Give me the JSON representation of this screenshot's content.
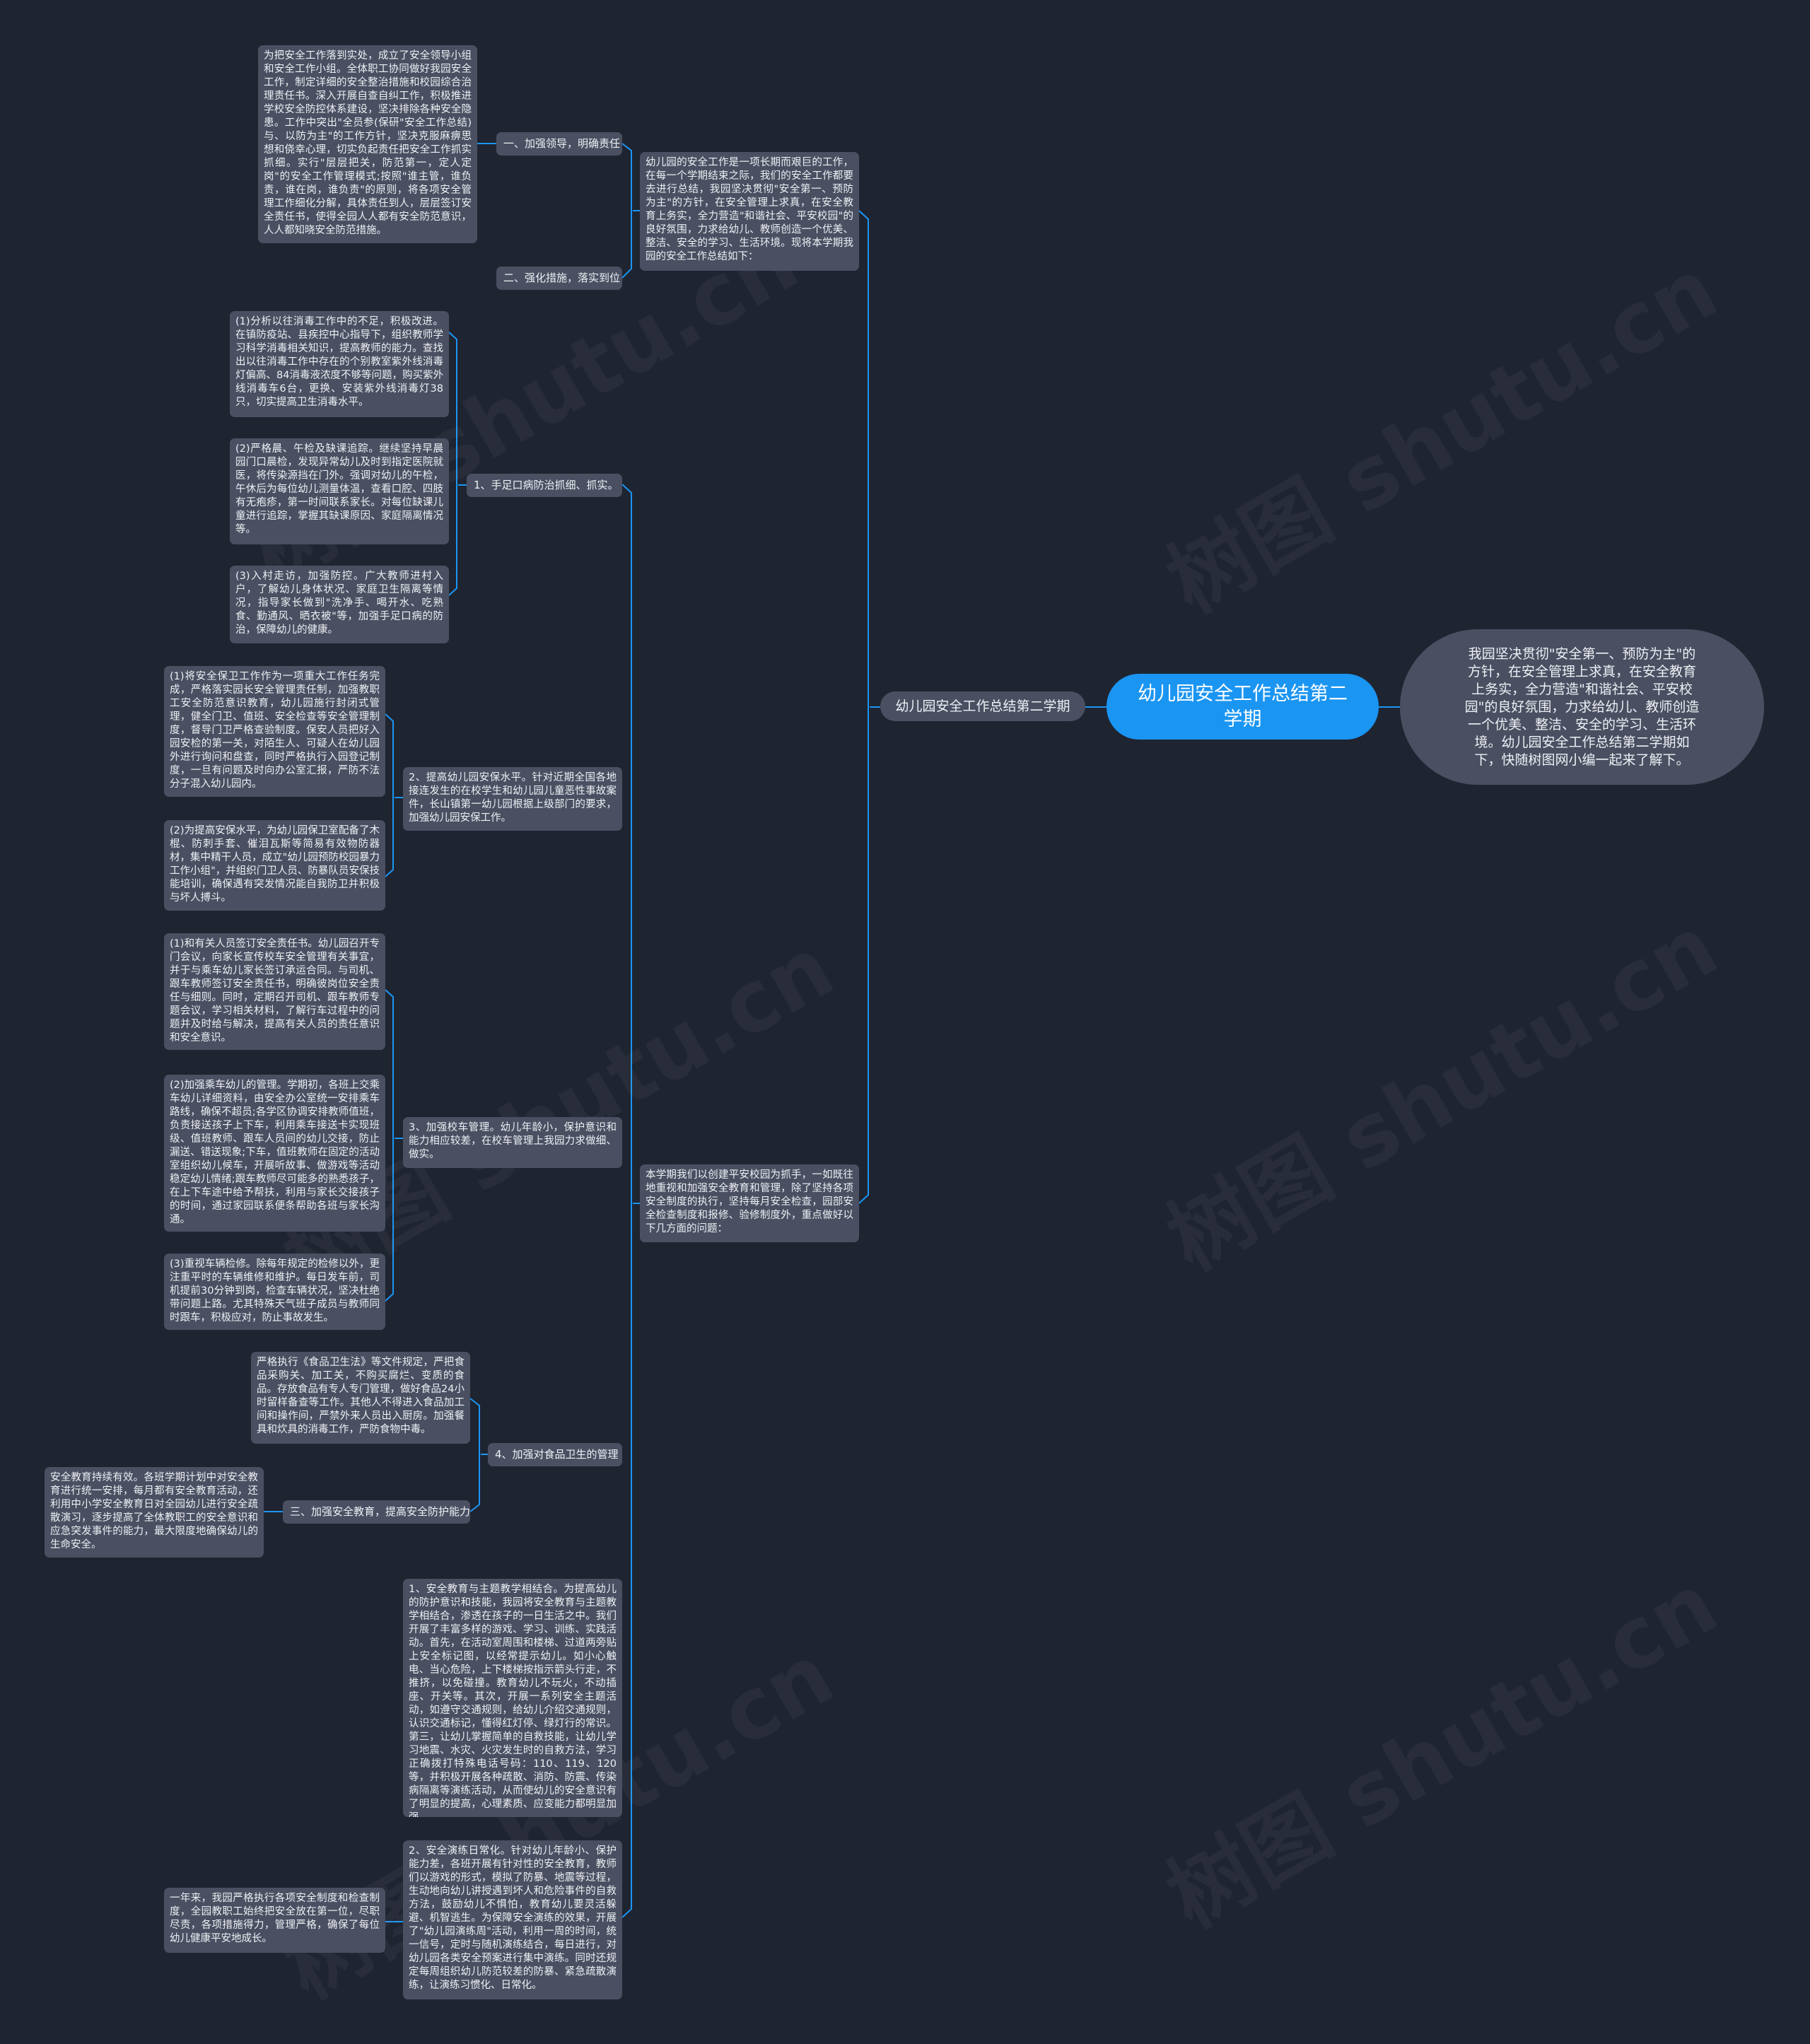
{
  "colors": {
    "background": "#1f2431",
    "node": "#4a5062",
    "root": "#1b95f2",
    "connector": "#1b95f2"
  },
  "watermark": "树图 shutu.cn",
  "root": "幼儿园安全工作总结第二学期",
  "summary": "我园坚决贯彻\"安全第一、预防为主\"的方针，在安全管理上求真，在安全教育上务实，全力营造\"和谐社会、平安校园\"的良好氛围，力求给幼儿、教师创造一个优美、整洁、安全的学习、生活环境。幼儿园安全工作总结第二学期如下，快随树图网小编一起来了解下。",
  "mid": "幼儿园安全工作总结第二学期",
  "intro1": "幼儿园的安全工作是一项长期而艰巨的工作，在每一个学期结束之际，我们的安全工作都要去进行总结，我园坚决贯彻\"安全第一、预防为主\"的方针，在安全管理上求真，在安全教育上务实，全力营造\"和谐社会、平安校园\"的良好氛围，力求给幼儿、教师创造一个优美、整洁、安全的学习、生活环境。现将本学期我园的安全工作总结如下：",
  "intro2": "本学期我们以创建平安校园为抓手，一如既往地重视和加强安全教育和管理，除了坚持各项安全制度的执行，坚持每月安全检查，园部安全检查制度和报修、验修制度外，重点做好以下几方面的问题：",
  "b1": {
    "label": "一、加强领导，明确责任",
    "text": "为把安全工作落到实处，成立了安全领导小组和安全工作小组。全体职工协同做好我园安全工作，制定详细的安全整治措施和校园综合治理责任书。深入开展自查自纠工作，积极推进学校安全防控体系建设，坚决排除各种安全隐患。工作中突出\"全员参(保研\"安全工作总结)与、以防为主\"的工作方针，坚决克服麻痹思想和侥幸心理，切实负起责任把安全工作抓实抓细。实行\"层层把关，防范第一，定人定岗\"的安全工作管理模式;按照\"谁主管，谁负责，谁在岗，谁负责\"的原则，将各项安全管理工作细化分解，具体责任到人，层层签订安全责任书，使得全园人人都有安全防范意识，人人都知晓安全防范措施。"
  },
  "b2": {
    "label": "二、强化措施，落实到位"
  },
  "s1": {
    "label": "1、手足口病防治抓细、抓实。",
    "items": [
      "(1)分析以往消毒工作中的不足，积极改进。在镇防疫站、县疾控中心指导下，组织教师学习科学消毒相关知识，提高教师的能力。查找出以往消毒工作中存在的个别教室紫外线消毒灯偏高、84消毒液浓度不够等问题，购买紫外线消毒车6台，更换、安装紫外线消毒灯38只，切实提高卫生消毒水平。",
      "(2)严格晨、午检及缺课追踪。继续坚持早晨园门口晨检，发现异常幼儿及时到指定医院就医，将传染源挡在门外。强调对幼儿的午检，午休后为每位幼儿测量体温，查看口腔、四肢有无疱疹，第一时间联系家长。对每位缺课儿童进行追踪，掌握其缺课原因、家庭隔离情况等。",
      "(3)入村走访，加强防控。广大教师进村入户，了解幼儿身体状况、家庭卫生隔离等情况，指导家长做到\"洗净手、喝开水、吃熟食、勤通风、晒衣被\"等，加强手足口病的防治，保障幼儿的健康。"
    ]
  },
  "s2": {
    "label": "2、提高幼儿园安保水平。针对近期全国各地接连发生的在校学生和幼儿园儿童恶性事故案件，长山镇第一幼儿园根据上级部门的要求，加强幼儿园安保工作。",
    "items": [
      "(1)将安全保卫工作作为一项重大工作任务完成，严格落实园长安全管理责任制，加强教职工安全防范意识教育，幼儿园施行封闭式管理，健全门卫、值班、安全检查等安全管理制度，督导门卫严格查验制度。保安人员把好入园安检的第一关，对陌生人、可疑人在幼儿园外进行询问和盘查，同时严格执行入园登记制度，一旦有问题及时向办公室汇报，严防不法分子混入幼儿园内。",
      "(2)为提高安保水平，为幼儿园保卫室配备了木棍、防刺手套、催泪瓦斯等简易有效物防器材，集中精干人员，成立\"幼儿园预防校园暴力工作小组\"，并组织门卫人员、防暴队员安保技能培训，确保遇有突发情况能自我防卫并积极与坏人搏斗。"
    ]
  },
  "s3": {
    "label": "3、加强校车管理。幼儿年龄小，保护意识和能力相应较差，在校车管理上我园力求做细、做实。",
    "items": [
      "(1)和有关人员签订安全责任书。幼儿园召开专门会议，向家长宣传校车安全管理有关事宜，并于与乘车幼儿家长签订承运合同。与司机、跟车教师签订安全责任书，明确彼岗位安全责任与细则。同时，定期召开司机、跟车教师专题会议，学习相关材料，了解行车过程中的问题并及时给与解决，提高有关人员的责任意识和安全意识。",
      "(2)加强乘车幼儿的管理。学期初，各班上交乘车幼儿详细资料，由安全办公室统一安排乘车路线，确保不超员;各学区协调安排教师值班，负责接送孩子上下车，利用乘车接送卡实现班级、值班教师、跟车人员间的幼儿交接，防止漏送、错送现象;下车，值班教师在固定的活动室组织幼儿候车，开展听故事、做游戏等活动稳定幼儿情绪;跟车教师尽可能多的熟悉孩子，在上下车途中给予帮扶，利用与家长交接孩子的时间，通过家园联系便条帮助各班与家长沟通。",
      "(3)重视车辆检修。除每年规定的检修以外，更注重平时的车辆维修和维护。每日发车前，司机提前30分钟到岗，检查车辆状况，坚决杜绝带问题上路。尤其特殊天气班子成员与教师同时跟车，积极应对，防止事故发生。"
    ]
  },
  "s4": {
    "label": "4、加强对食品卫生的管理",
    "text": "严格执行《食品卫生法》等文件规定，严把食品采购关、加工关，不购买腐烂、变质的食品。存放食品有专人专门管理，做好食品24小时留样备查等工作。其他人不得进入食品加工间和操作间，严禁外来人员出入厨房。加强餐具和炊具的消毒工作，严防食物中毒。"
  },
  "b3": {
    "label": "三、加强安全教育，提高安全防护能力",
    "text": "安全教育持续有效。各班学期计划中对安全教育进行统一安排，每月都有安全教育活动，还利用中小学安全教育日对全园幼儿进行安全疏散演习，逐步提高了全体教职工的安全意识和应急突发事件的能力，最大限度地确保幼儿的生命安全。"
  },
  "e1": "1、安全教育与主题教学相结合。为提高幼儿的防护意识和技能，我园将安全教育与主题教学相结合，渗透在孩子的一日生活之中。我们开展了丰富多样的游戏、学习、训练、实践活动。首先，在活动室周围和楼梯、过道两旁贴上安全标记图，以经常提示幼儿。如小心触电、当心危险，上下楼梯按指示箭头行走，不推挤，以免碰撞。教育幼儿不玩火，不动插座、开关等。其次，开展一系列安全主题活动，如遵守交通规则，给幼儿介绍交通规则，认识交通标记，懂得红灯停、绿灯行的常识。第三，让幼儿掌握简单的自救技能，让幼儿学习地震、水灾、火灾发生时的自救方法，学习正确拨打特殊电话号码：110、119、120等，并积极开展各种疏散、消防、防震、传染病隔离等演练活动，从而使幼儿的安全意识有了明显的提高，心理素质、应变能力都明显加强。",
  "e2": "2、安全演练日常化。针对幼儿年龄小、保护能力差，各班开展有针对性的安全教育，教师们以游戏的形式，模拟了防暴、地震等过程，生动地向幼儿讲授遇到坏人和危险事件的自救方法，鼓励幼儿不惧怕，教育幼儿要灵活躲避、机智逃生。为保障安全演练的效果，开展了\"幼儿园演练周\"活动，利用一周的时间，统一信号，定时与随机演练结合，每日进行，对幼儿园各类安全预案进行集中演练。同时还规定每周组织幼儿防范较差的防暴、紧急疏散演练，让演练习惯化、日常化。",
  "conclusion": "一年来，我园严格执行各项安全制度和检查制度，全园教职工始终把安全放在第一位，尽职尽责，各项措施得力，管理严格，确保了每位幼儿健康平安地成长。"
}
